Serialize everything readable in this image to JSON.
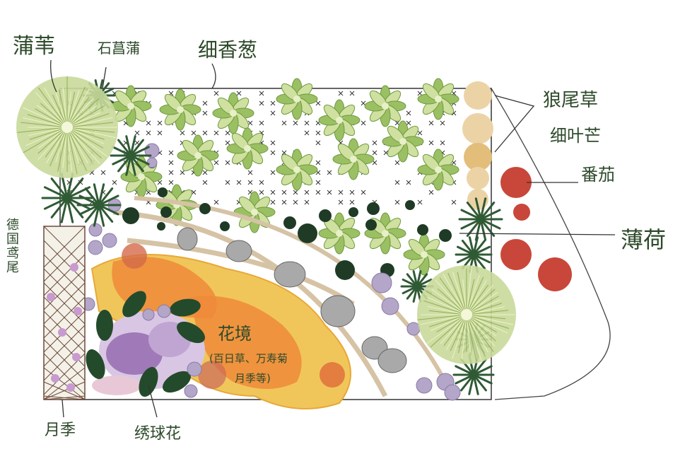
{
  "title": "花园种植设计手绘平面图",
  "labels": {
    "pampas_grass": "蒲苇",
    "acorus": "石菖蒲",
    "chives": "细香葱",
    "pennisetum": "狼尾草",
    "miscanthus": "细叶芒",
    "tomato": "番茄",
    "mint": "薄荷",
    "german_iris": "德国鸢尾",
    "rose": "月季",
    "hydrangea": "绣球花",
    "flower_border": "花境",
    "flower_border_detail_1": "(百日草、万寿菊",
    "flower_border_detail_2": "月季等)"
  },
  "colors": {
    "leaf_light": "#cfe0a0",
    "leaf_dark": "#6e9a3c",
    "dark_shrub": "#1f3b25",
    "stone": "#a9a9a9",
    "path": "#d6c3a5",
    "tomato": "#c8473a",
    "grass_tan": "#ecd3a6",
    "flower_orange": "#ef8a3a",
    "flower_yellow": "#f0c65a",
    "hydrangea": "#b08bc2",
    "purple_ball": "#b3a6c9"
  }
}
